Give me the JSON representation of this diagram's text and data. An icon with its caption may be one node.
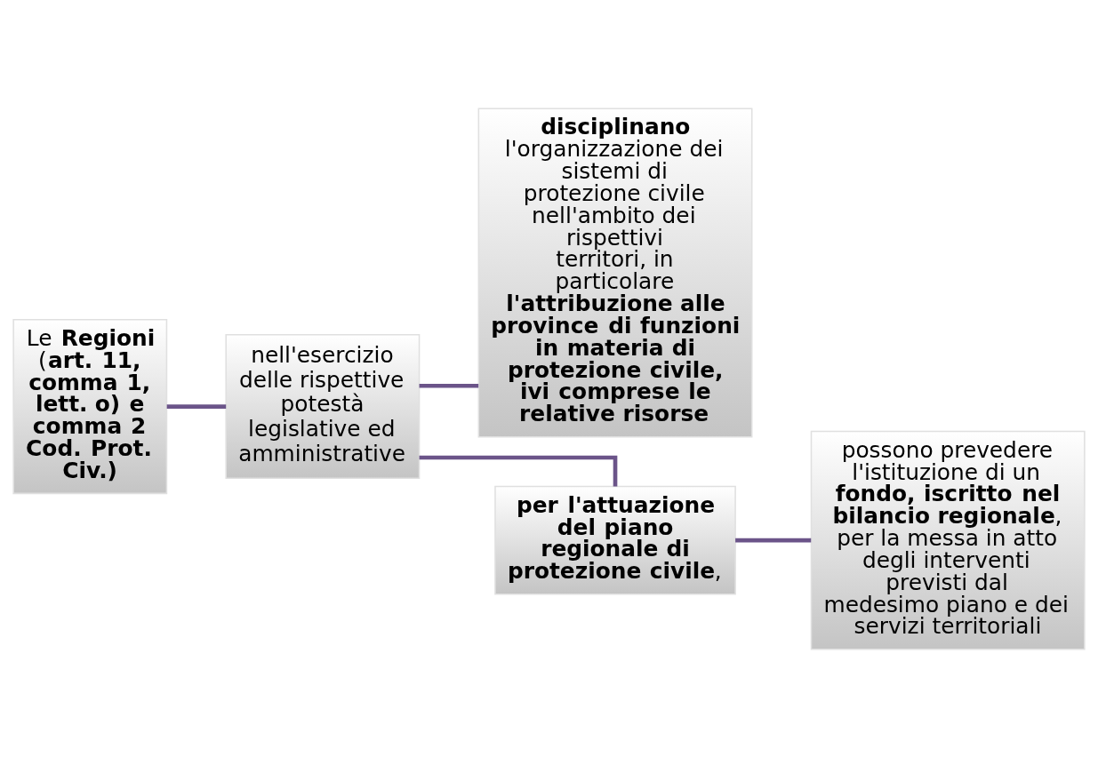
{
  "diagram": {
    "nodes": [
      {
        "text": [
          "Le **Regioni** (**art. 11, comma 1, lett. o) e comma 2 Cod. Prot. Civ.)**"
        ]
      },
      {
        "text": [
          "nell'esercizio delle rispettive potestà legislative ed amministrative"
        ]
      },
      {
        "text": [
          "**disciplinano** l'organizzazione dei sistemi di protezione civile nell'ambito dei rispettivi territori, in particolare **l'attribuzione alle province di funzioni in materia di protezione civile, ivi comprese le relative risorse**"
        ]
      },
      {
        "text": [
          "**per l'attuazione del piano regionale di protezione civile**,"
        ]
      },
      {
        "text": [
          "possono prevedere l'istituzione di un **fondo, iscritto nel bilancio regionale**, per la messa in atto degli interventi previsti dal medesimo piano e dei servizi territoriali"
        ]
      }
    ],
    "edges": [
      {
        "from": 0,
        "to": 1,
        "arrow": "none"
      },
      {
        "from": 1,
        "to": 2,
        "arrow": "none"
      },
      {
        "from": 1,
        "to": 3,
        "arrow": "none"
      },
      {
        "from": 3,
        "to": 4,
        "arrow": "none"
      }
    ]
  }
}
